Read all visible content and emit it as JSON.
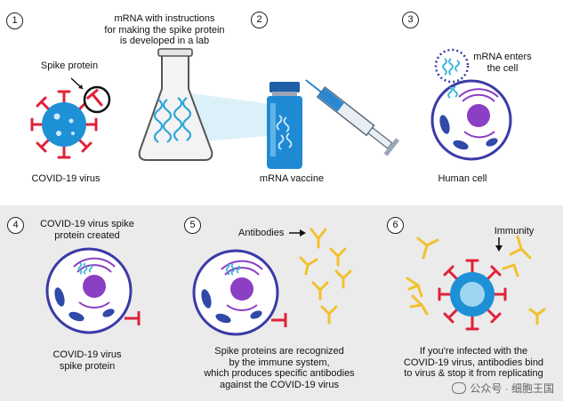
{
  "steps": [
    {
      "number": "1",
      "caption": "COVID-19 virus",
      "callout": "Spike protein"
    },
    {
      "number": "2",
      "top_lines": [
        "mRNA with instructions",
        "for making the spike protein",
        "is developed in a lab"
      ],
      "caption": "mRNA vaccine"
    },
    {
      "number": "3",
      "callout_lines": [
        "mRNA enters",
        "the cell"
      ],
      "caption": "Human cell"
    },
    {
      "number": "4",
      "top_lines": [
        "COVID-19 virus spike",
        "protein created"
      ],
      "caption_lines": [
        "COVID-19 virus",
        "spike protein"
      ]
    },
    {
      "number": "5",
      "callout": "Antibodies",
      "caption_lines": [
        "Spike proteins are recognized",
        "by the immune system,",
        "which produces specific antibodies",
        "against the COVID-19 virus"
      ]
    },
    {
      "number": "6",
      "callout": "Immunity",
      "caption_lines": [
        "If you're infected with the",
        "COVID-19 virus, antibodies bind",
        "to virus & stop it from replicating"
      ]
    }
  ],
  "watermark": "公众号 · 细胞王国",
  "colors": {
    "virus_blue": "#1e90d6",
    "spike_red": "#e0213a",
    "cell_outline": "#3a3aa8",
    "nucleus_purple": "#8b3fc4",
    "organelle_blue": "#2f4aa8",
    "antibody_yellow": "#f2c12e",
    "mrna_teal": "#35b3d8",
    "band_gray": "#ebebeb"
  },
  "icons": [
    "virus-icon",
    "spike-protein-icon",
    "flask-icon",
    "vial-icon",
    "syringe-icon",
    "cell-icon",
    "antibody-icon",
    "arrow-icon"
  ]
}
